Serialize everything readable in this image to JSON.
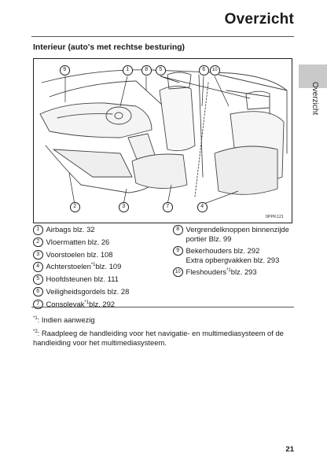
{
  "page": {
    "title": "Overzicht",
    "side_tab_label": "Overzicht",
    "section_title": "Interieur (auto's met rechtse besturing)",
    "figure_code": "0PPK121",
    "page_number": "21"
  },
  "callouts": [
    "1",
    "2",
    "3",
    "4",
    "5",
    "6",
    "7",
    "8",
    "9",
    "10"
  ],
  "items_left": [
    {
      "num": "1",
      "text": "Airbags blz. 32",
      "sup": "",
      "after": ""
    },
    {
      "num": "2",
      "text": "Vloermatten blz. 26",
      "sup": "",
      "after": ""
    },
    {
      "num": "3",
      "text": "Voorstoelen blz. 108",
      "sup": "",
      "after": ""
    },
    {
      "num": "4",
      "text": "Achterstoelen",
      "sup": "*1",
      "after": "blz. 109"
    },
    {
      "num": "5",
      "text": "Hoofdsteunen blz. 111",
      "sup": "",
      "after": ""
    },
    {
      "num": "6",
      "text": "Veiligheidsgordels blz. 28",
      "sup": "",
      "after": ""
    },
    {
      "num": "7",
      "text": "Consolevak",
      "sup": "*1",
      "after": "blz. 292"
    }
  ],
  "items_right": [
    {
      "num": "8",
      "line1": "Vergrendelknoppen binnenzijde",
      "line2": "portier Blz. 99"
    },
    {
      "num": "9",
      "line1": "Bekerhouders blz. 292",
      "line2": "Extra opbergvakken blz. 293"
    },
    {
      "num": "10",
      "line1": "Fleshouders",
      "sup": "*1",
      "after": "blz. 293"
    }
  ],
  "footnotes": [
    {
      "mark": "*1",
      "text": ": Indien aanwezig"
    },
    {
      "mark": "*2",
      "text": ": Raadpleeg de handleiding voor het navigatie- en multimediasysteem of de handleiding voor het multimediasysteem."
    }
  ]
}
